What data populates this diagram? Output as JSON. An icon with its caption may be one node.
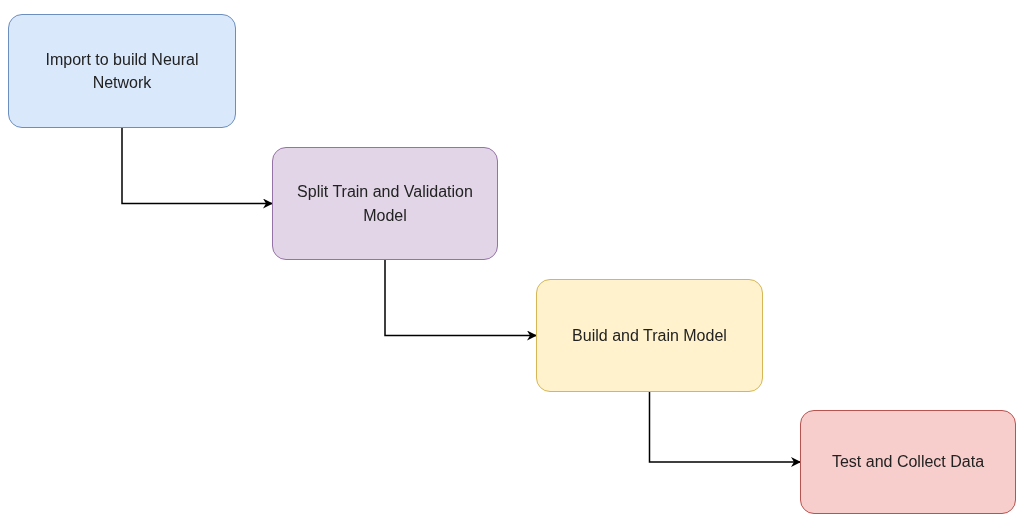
{
  "diagram": {
    "nodes": [
      {
        "text": [
          "Import to build Neural Network"
        ]
      },
      {
        "text": [
          "Split Train and Validation Model"
        ]
      },
      {
        "text": [
          "Build and Train Model"
        ]
      },
      {
        "text": [
          "Test and Collect Data"
        ]
      }
    ],
    "edges": [
      {
        "from": 0,
        "to": 1,
        "arrow": "to"
      },
      {
        "from": 1,
        "to": 2,
        "arrow": "to"
      },
      {
        "from": 2,
        "to": 3,
        "arrow": "to"
      }
    ]
  }
}
